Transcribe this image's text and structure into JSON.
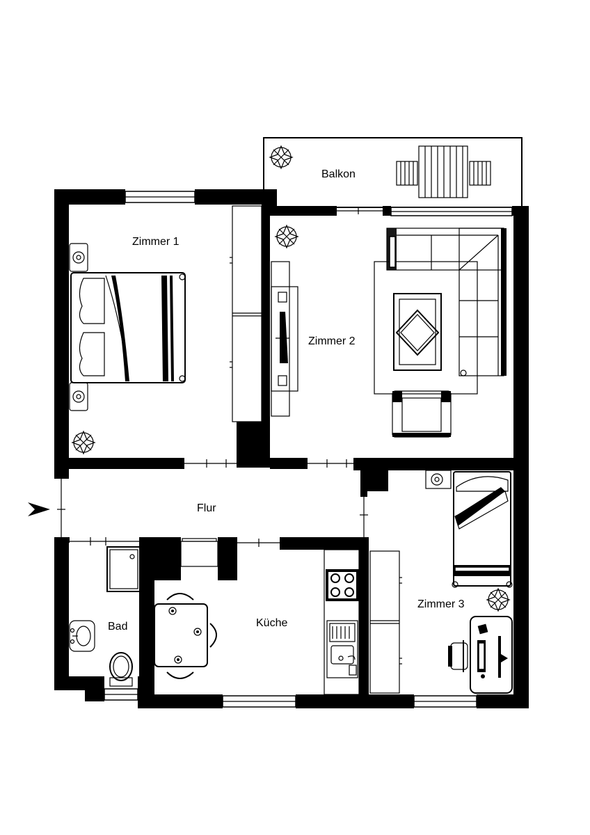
{
  "rooms": {
    "balkon": "Balkon",
    "zimmer1": "Zimmer 1",
    "zimmer2": "Zimmer 2",
    "flur": "Flur",
    "zimmer3": "Zimmer 3",
    "bad": "Bad",
    "kueche": "Küche"
  }
}
